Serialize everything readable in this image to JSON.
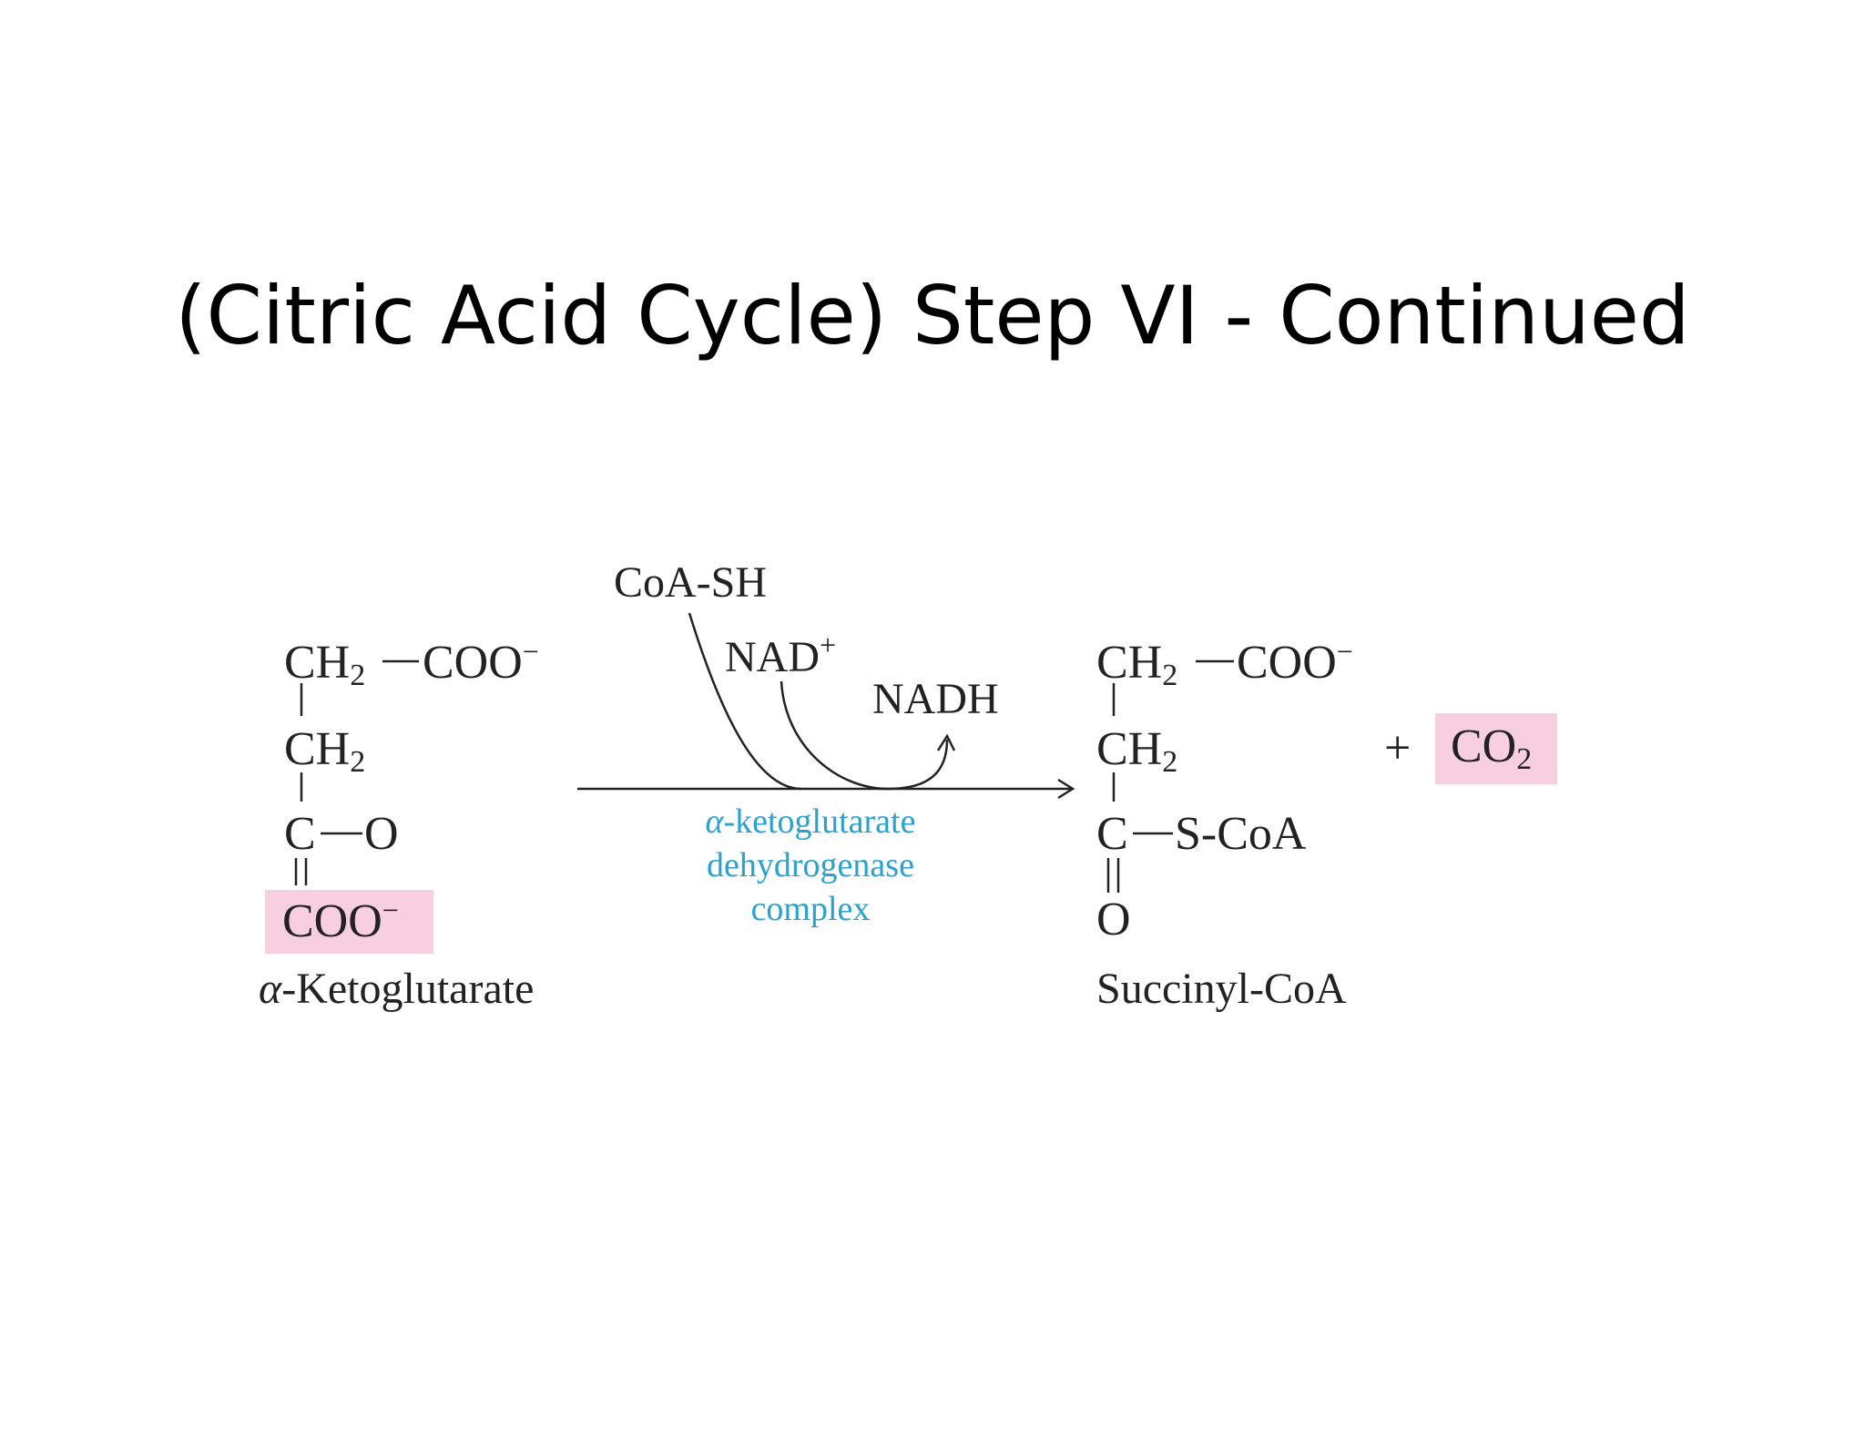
{
  "title": "(Citric Acid Cycle) Step VI - Continued",
  "colors": {
    "highlight": "#f8cfe0",
    "enzyme_text": "#2aa2cf",
    "structure_text": "#222222"
  },
  "substrate": {
    "row1_left": "CH",
    "row1_left_sub": "2",
    "row1_right": "COO",
    "row1_right_sup": "−",
    "row2": "CH",
    "row2_sub": "2",
    "row3_c": "C",
    "row3_o": "O",
    "row4": "COO",
    "row4_sup": "−",
    "name_prefix": "α",
    "name": "-Ketoglutarate"
  },
  "cofactors": {
    "coa_sh": "CoA-SH",
    "nad": "NAD",
    "nad_sup": "+",
    "nadh": "NADH"
  },
  "enzyme": {
    "line1_prefix": "α",
    "line1": "-ketoglutarate",
    "line2": "dehydrogenase",
    "line3": "complex"
  },
  "product": {
    "row1_left": "CH",
    "row1_left_sub": "2",
    "row1_right": "COO",
    "row1_right_sup": "−",
    "row2": "CH",
    "row2_sub": "2",
    "row3_c": "C",
    "row3_right": "S-CoA",
    "row4": "O",
    "name": "Succinyl-CoA"
  },
  "byproduct": {
    "plus": "+",
    "co2": "CO",
    "co2_sub": "2"
  }
}
